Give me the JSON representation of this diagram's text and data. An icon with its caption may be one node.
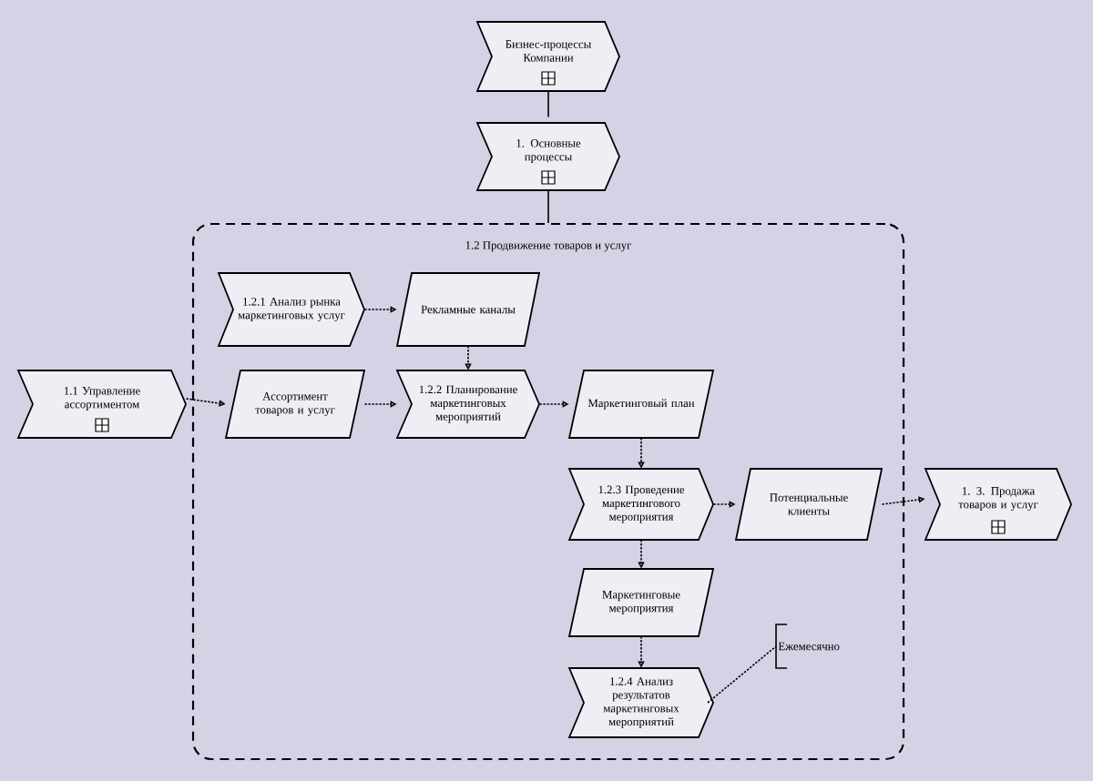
{
  "diagram": {
    "nodes": [
      {
        "text": [
          "Бизнес-процессы Компании"
        ]
      },
      {
        "text": [
          "1. Основные процессы"
        ]
      },
      {
        "text": [
          "1.2 Продвижение товаров и услуг"
        ]
      },
      {
        "text": [
          "1.1 Управление ассортиментом"
        ]
      },
      {
        "text": [
          "1.2.1 Анализ рынка маркетинговых услуг"
        ],
        "in": 2
      },
      {
        "text": [
          "Рекламные каналы"
        ],
        "in": 2
      },
      {
        "text": [
          "Ассортимент товаров и услуг"
        ],
        "in": 2
      },
      {
        "text": [
          "1.2.2 Планирование маркетинговых мероприятий"
        ],
        "in": 2
      },
      {
        "text": [
          "Маркетинговый план"
        ],
        "in": 2
      },
      {
        "text": [
          "1.2.3 Проведение маркетингового мероприятия"
        ],
        "in": 2
      },
      {
        "text": [
          "Потенциальные клиенты"
        ],
        "in": 2
      },
      {
        "text": [
          "1. 3. Продажа товаров и услуг"
        ]
      },
      {
        "text": [
          "Маркетинговые мероприятия"
        ],
        "in": 2
      },
      {
        "text": [
          "1.2.4 Анализ результатов маркетинговых мероприятий"
        ],
        "in": 2
      },
      {
        "text": [
          "Ежемесячно"
        ],
        "in": 2
      }
    ],
    "edges": [
      {
        "from": 0,
        "to": 1,
        "arrow": "none"
      },
      {
        "from": 1,
        "to": 2,
        "arrow": "none"
      },
      {
        "from": 3,
        "to": 6,
        "arrow": "to",
        "style": "dashed"
      },
      {
        "from": 4,
        "to": 5,
        "arrow": "to",
        "style": "dashed"
      },
      {
        "from": 5,
        "to": 7,
        "arrow": "to",
        "style": "dashed"
      },
      {
        "from": 6,
        "to": 7,
        "arrow": "to",
        "style": "dashed"
      },
      {
        "from": 7,
        "to": 8,
        "arrow": "to",
        "style": "dashed"
      },
      {
        "from": 8,
        "to": 9,
        "arrow": "to",
        "style": "dashed"
      },
      {
        "from": 9,
        "to": 10,
        "arrow": "to",
        "style": "dashed"
      },
      {
        "from": 10,
        "to": 11,
        "arrow": "to",
        "style": "dashed"
      },
      {
        "from": 9,
        "to": 12,
        "arrow": "to",
        "style": "dashed"
      },
      {
        "from": 12,
        "to": 13,
        "arrow": "to",
        "style": "dashed"
      },
      {
        "from": 13,
        "to": 14,
        "arrow": "none",
        "style": "dashed"
      }
    ]
  }
}
